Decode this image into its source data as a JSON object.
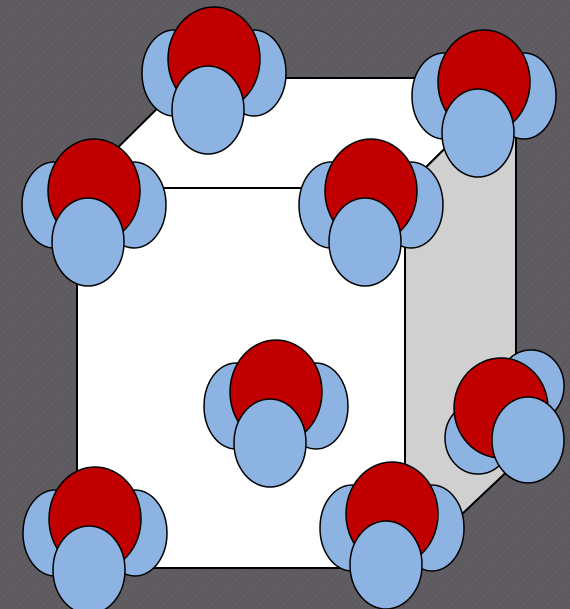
{
  "scene": {
    "background_color": "#5e5b60",
    "background_pattern_color": "#6a676c",
    "cube": {
      "front_face_color": "#ffffff",
      "top_face_color": "#ffffff",
      "side_face_color": "#d0d0d0",
      "edge_color": "#000000"
    },
    "molecule": {
      "oxygen_color": "#c00000",
      "hydrogen_color": "#8db3e2",
      "outline_color": "#000000"
    }
  },
  "molecules": [
    {
      "id": "top-back-left",
      "pose": "hydrogens-sides-front"
    },
    {
      "id": "top-back-right",
      "pose": "hydrogens-sides-front"
    },
    {
      "id": "top-front-left",
      "pose": "hydrogens-sides-front"
    },
    {
      "id": "top-front-right",
      "pose": "hydrogens-sides-front"
    },
    {
      "id": "face-center",
      "pose": "hydrogens-sides-front"
    },
    {
      "id": "bottom-front-left",
      "pose": "hydrogens-sides-front"
    },
    {
      "id": "bottom-front-right",
      "pose": "hydrogens-sides-front"
    },
    {
      "id": "right-middle",
      "pose": "hydrogens-back-front-right"
    }
  ]
}
